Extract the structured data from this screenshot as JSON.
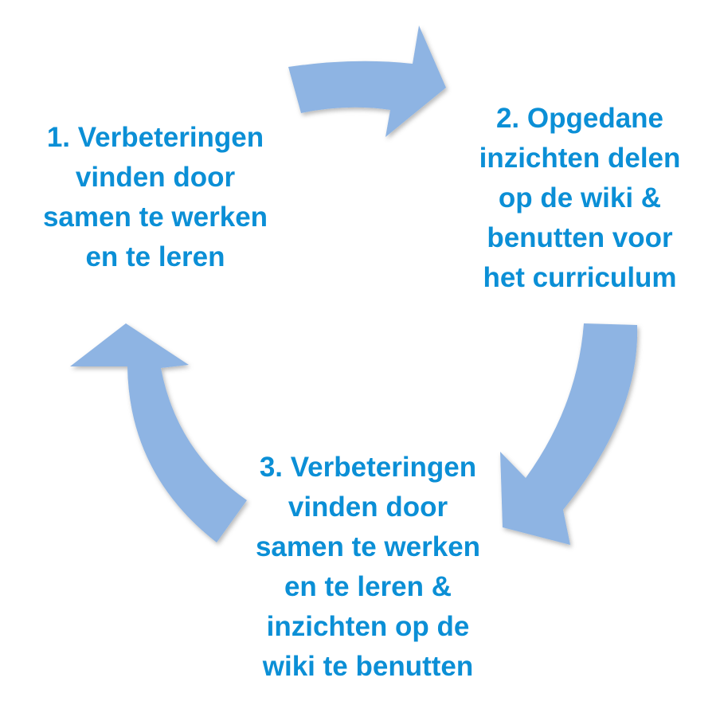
{
  "diagram": {
    "type": "cycle",
    "arrow_color": "#8eb4e3",
    "text_color": "#0b8fd6",
    "steps": [
      {
        "id": "1",
        "text": "1. Verbeteringen\nvinden door\nsamen te werken\nen te leren"
      },
      {
        "id": "2",
        "text": "2. Opgedane\ninzichten delen\nop de wiki &\nbenutten voor\nhet curriculum"
      },
      {
        "id": "3",
        "text": "3. Verbeteringen\nvinden door\nsamen te werken\nen te leren &\ninzichten op de\nwiki te benutten"
      }
    ],
    "arrows": [
      {
        "from": "1",
        "to": "2",
        "icon": "curved-arrow-right-icon"
      },
      {
        "from": "2",
        "to": "3",
        "icon": "curved-arrow-down-icon"
      },
      {
        "from": "3",
        "to": "1",
        "icon": "curved-arrow-up-icon"
      }
    ]
  }
}
